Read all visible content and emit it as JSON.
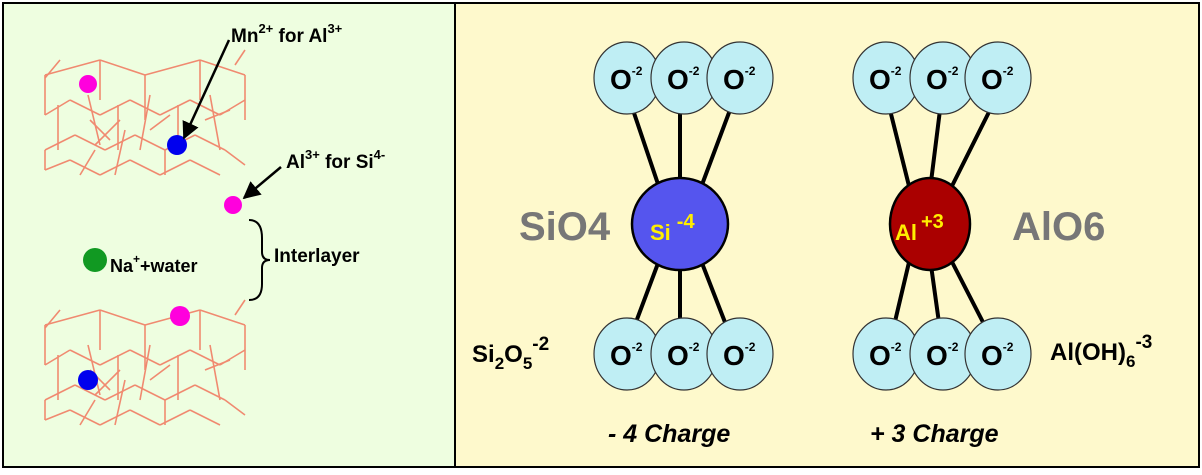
{
  "colors": {
    "left_bg": "#eefee0",
    "right_bg": "#fef9cc",
    "lattice": "#f08a70",
    "magenta_ion": "#ff00dd",
    "blue_ion": "#0000ee",
    "green_ion": "#119922",
    "oxygen_fill": "#bfeef4",
    "si_fill": "#5555ee",
    "al_fill": "#aa0000",
    "cation_text": "#ffee00",
    "formula_gray": "#777777"
  },
  "left_panel": {
    "mn_label": {
      "base": "Mn",
      "sup": "2+",
      "mid": " for Al",
      "sup2": "3+"
    },
    "al_label": {
      "base": "Al",
      "sup": "3+",
      "mid": " for Si",
      "sup2": "4-"
    },
    "na_label": {
      "base": "Na",
      "sup": "+",
      "rest": "+water"
    },
    "interlayer_label": "Interlayer"
  },
  "right_panel": {
    "oxygen_label": {
      "base": "O",
      "sup": "-2"
    },
    "si_unit": {
      "formula": "SiO4",
      "cation": {
        "base": "Si",
        "sup": "-4"
      },
      "sheet_formula": {
        "a": "Si",
        "s1": "2",
        "b": "O",
        "s2": "5",
        "sup": "-2"
      },
      "charge": "- 4 Charge"
    },
    "al_unit": {
      "formula": "AlO6",
      "cation": {
        "base": "Al",
        "sup": "+3"
      },
      "sheet_formula": {
        "a": "Al(OH)",
        "s1": "6",
        "sup": "-3"
      },
      "charge": "+ 3 Charge"
    }
  }
}
